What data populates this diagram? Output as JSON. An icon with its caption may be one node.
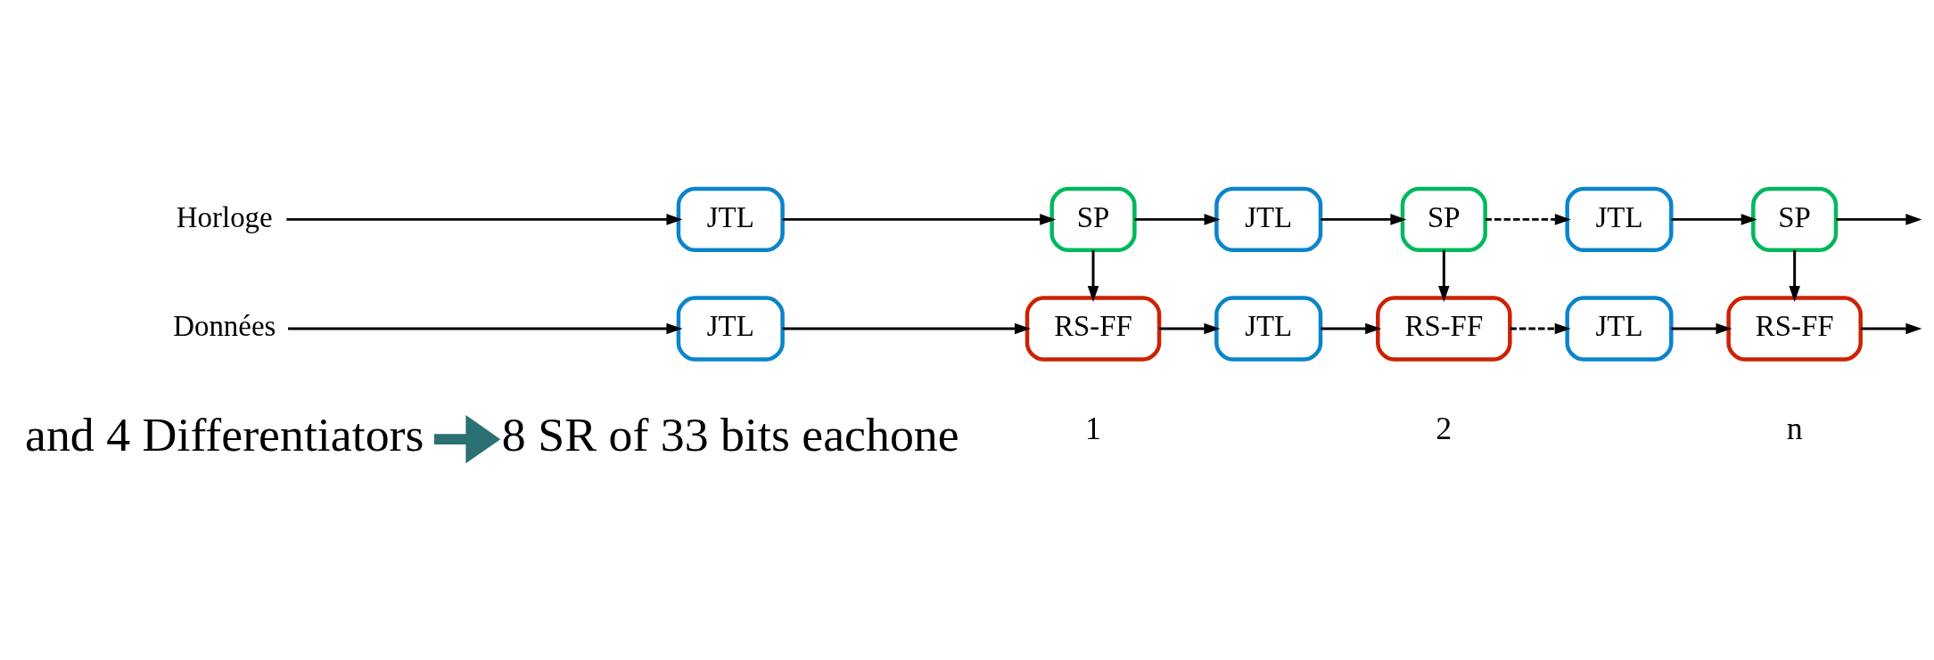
{
  "diagram": {
    "nodes": [
      {
        "text": [
          "and 4 Differentiators"
        ]
      },
      {
        "text": [
          "8 SR of 33 bits eachone"
        ]
      },
      {
        "text": [
          "Horloge"
        ]
      },
      {
        "text": [
          "Données"
        ]
      },
      {
        "text": [
          "JTL"
        ]
      },
      {
        "text": [
          "SP"
        ]
      },
      {
        "text": [
          "JTL"
        ]
      },
      {
        "text": [
          "SP"
        ]
      },
      {
        "text": [
          "JTL"
        ]
      },
      {
        "text": [
          "SP"
        ]
      },
      {
        "text": [
          "JTL"
        ]
      },
      {
        "text": [
          "RS-FF"
        ]
      },
      {
        "text": [
          "JTL"
        ]
      },
      {
        "text": [
          "RS-FF"
        ]
      },
      {
        "text": [
          "JTL"
        ]
      },
      {
        "text": [
          "RS-FF"
        ]
      }
    ],
    "edges": [
      {
        "from": 0,
        "to": 1,
        "arrow": "to",
        "style": "thick",
        "color": "#2b7072"
      },
      {
        "from": 2,
        "to": 4,
        "arrow": "to"
      },
      {
        "from": 4,
        "to": 5,
        "arrow": "to"
      },
      {
        "from": 5,
        "to": 6,
        "arrow": "to"
      },
      {
        "from": 6,
        "to": 7,
        "arrow": "to"
      },
      {
        "from": 7,
        "to": 8,
        "arrow": "to",
        "style": "dashed"
      },
      {
        "from": 8,
        "to": 9,
        "arrow": "to"
      },
      {
        "from": 9,
        "to": null,
        "arrow": "to"
      },
      {
        "from": 3,
        "to": 10,
        "arrow": "to"
      },
      {
        "from": 10,
        "to": 11,
        "arrow": "to"
      },
      {
        "from": 11,
        "to": 12,
        "arrow": "to"
      },
      {
        "from": 12,
        "to": 13,
        "arrow": "to"
      },
      {
        "from": 13,
        "to": 14,
        "arrow": "to",
        "style": "dashed"
      },
      {
        "from": 14,
        "to": 15,
        "arrow": "to"
      },
      {
        "from": 15,
        "to": null,
        "arrow": "to"
      },
      {
        "from": 5,
        "to": 11,
        "arrow": "to"
      },
      {
        "from": 7,
        "to": 13,
        "arrow": "to"
      },
      {
        "from": 9,
        "to": 15,
        "arrow": "to"
      }
    ],
    "labels": [
      "1",
      "2",
      "n"
    ]
  }
}
